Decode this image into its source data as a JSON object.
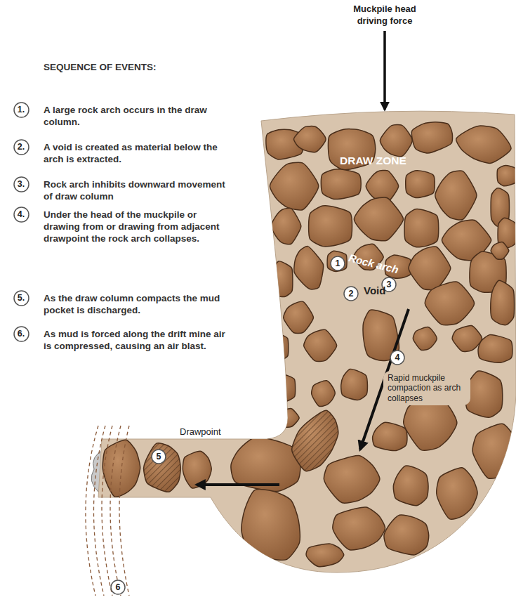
{
  "diagram": {
    "title": "SEQUENCE OF EVENTS:",
    "nodes": [
      {
        "text": [
          "1."
        ]
      },
      {
        "text": [
          "2."
        ]
      },
      {
        "text": [
          "3."
        ]
      },
      {
        "text": [
          "4."
        ]
      },
      {
        "text": [
          "5."
        ]
      },
      {
        "text": [
          "6."
        ]
      },
      {
        "text": [
          "1"
        ]
      },
      {
        "text": [
          "3"
        ]
      },
      {
        "text": [
          "2"
        ]
      },
      {
        "text": [
          "4"
        ]
      },
      {
        "text": [
          "Rapid muckpile compaction as arch collapses"
        ]
      },
      {
        "text": [
          "5"
        ]
      },
      {
        "text": [
          "6"
        ]
      }
    ],
    "labels": [
      "Muckpile head driving force",
      "DRAW ZONE",
      "Rock arch",
      "Void",
      "Drawpoint",
      "A large rock arch occurs in the draw column.",
      "A void is created as material below the arch is extracted.",
      "Rock arch inhibits downward movement of draw column",
      "Under the head of the muckpile or drawing from or drawing from adjacent drawpoint the rock arch collapses.",
      "As the draw column compacts the mud pocket is discharged.",
      "As mud is forced along the drift mine air is compressed, causing an air blast."
    ]
  }
}
